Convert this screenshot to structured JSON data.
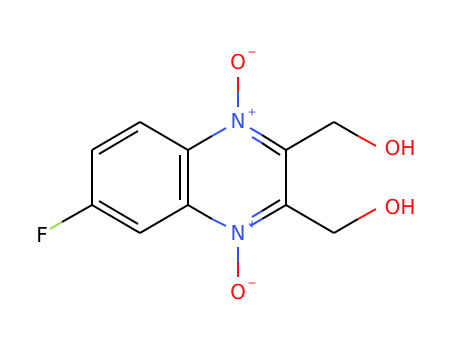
{
  "molecule": {
    "atoms": {
      "F": "F",
      "N1": "N",
      "N2": "N",
      "O_top": "O",
      "O_bottom": "O",
      "OH1": "OH",
      "OH2": "OH",
      "N1_charge": "+",
      "N2_charge": "+",
      "O_top_charge": "−",
      "O_bottom_charge": "−"
    },
    "colors": {
      "carbon_bond": "#000000",
      "nitrogen": "#3050F8",
      "oxygen": "#FF0D0D",
      "fluorine": "#90E050",
      "fluorine_label": "#000000"
    }
  }
}
